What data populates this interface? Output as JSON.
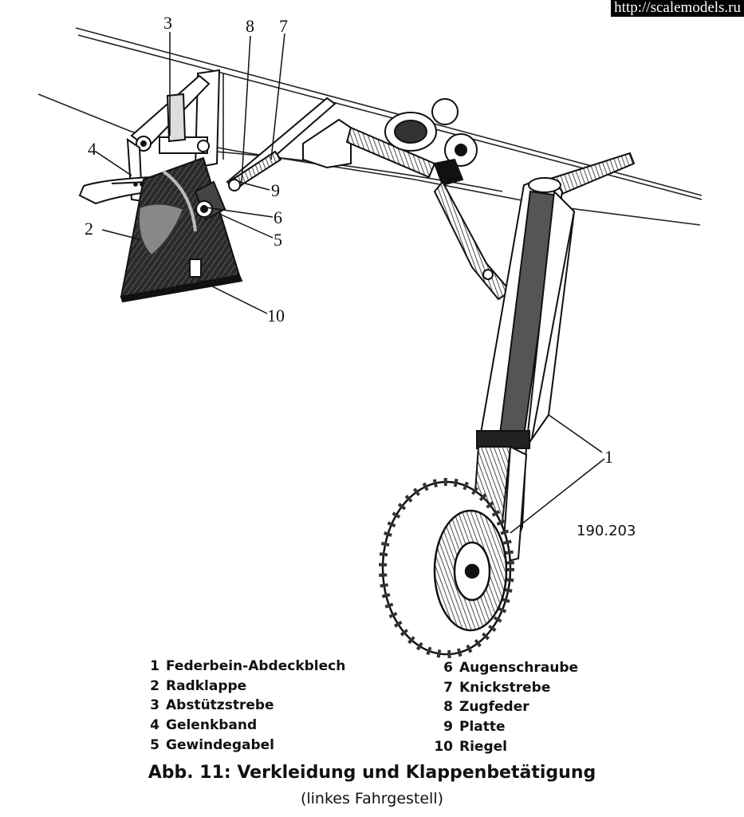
{
  "watermark": "http://scalemodels.ru",
  "callouts": {
    "c1": "1",
    "c2": "2",
    "c3": "3",
    "c4": "4",
    "c5": "5",
    "c6": "6",
    "c7": "7",
    "c8": "8",
    "c9": "9",
    "c10": "10"
  },
  "figure_number": "190.203",
  "legend": {
    "left": [
      {
        "num": "1",
        "text": "Federbein-Abdeckblech"
      },
      {
        "num": "2",
        "text": "Radklappe"
      },
      {
        "num": "3",
        "text": "Abstützstrebe"
      },
      {
        "num": "4",
        "text": "Gelenkband"
      },
      {
        "num": "5",
        "text": "Gewindegabel"
      }
    ],
    "right": [
      {
        "num": "6",
        "text": "Augenschraube"
      },
      {
        "num": "7",
        "text": "Knickstrebe"
      },
      {
        "num": "8",
        "text": "Zugfeder"
      },
      {
        "num": "9",
        "text": "Platte"
      },
      {
        "num": "10",
        "text": "Riegel"
      }
    ]
  },
  "caption": "Abb. 11: Verkleidung und Klappenbetätigung",
  "subcaption": "(linkes Fahrgestell)"
}
